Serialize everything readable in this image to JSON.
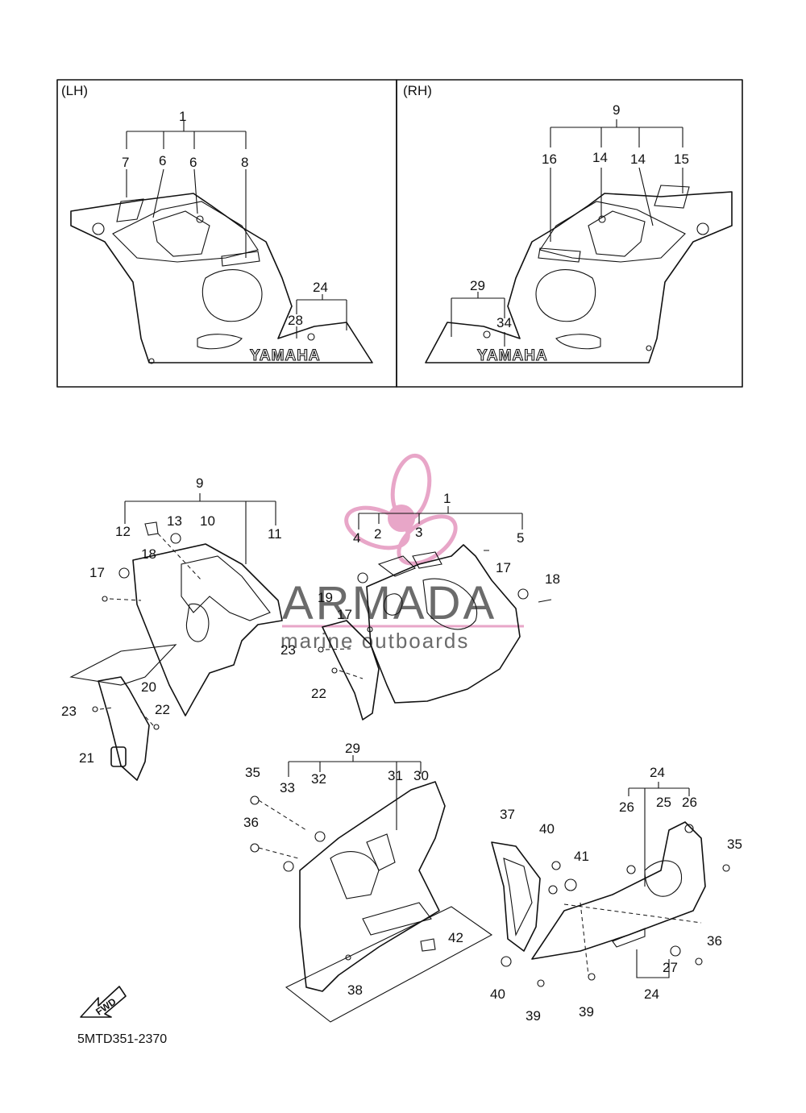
{
  "panels": {
    "lh_label": "(LH)",
    "rh_label": "(RH)"
  },
  "decal_brand": "YAMAHA",
  "watermark": {
    "title": "ARMADA",
    "subtitle": "marine outboards",
    "accent_color": "#e8a6c8",
    "text_color": "#6b6b6b"
  },
  "fwd_label": "FWD",
  "diagram_code": "5MTD351-2370",
  "lh_callouts": [
    "1",
    "7",
    "6",
    "6",
    "8",
    "24",
    "28"
  ],
  "rh_callouts": [
    "9",
    "16",
    "14",
    "14",
    "15",
    "29",
    "34"
  ],
  "upper_left_callouts": [
    "9",
    "12",
    "13",
    "10",
    "11",
    "18",
    "17",
    "20",
    "23",
    "22",
    "21"
  ],
  "upper_right_callouts": [
    "1",
    "4",
    "2",
    "3",
    "5",
    "17",
    "18",
    "19",
    "17",
    "23",
    "22"
  ],
  "lower_left_callouts": [
    "29",
    "35",
    "33",
    "32",
    "31",
    "30",
    "36",
    "42",
    "38"
  ],
  "lower_right_callouts": [
    "24",
    "26",
    "25",
    "26",
    "35",
    "37",
    "40",
    "41",
    "36",
    "27",
    "24",
    "40",
    "39",
    "39"
  ]
}
